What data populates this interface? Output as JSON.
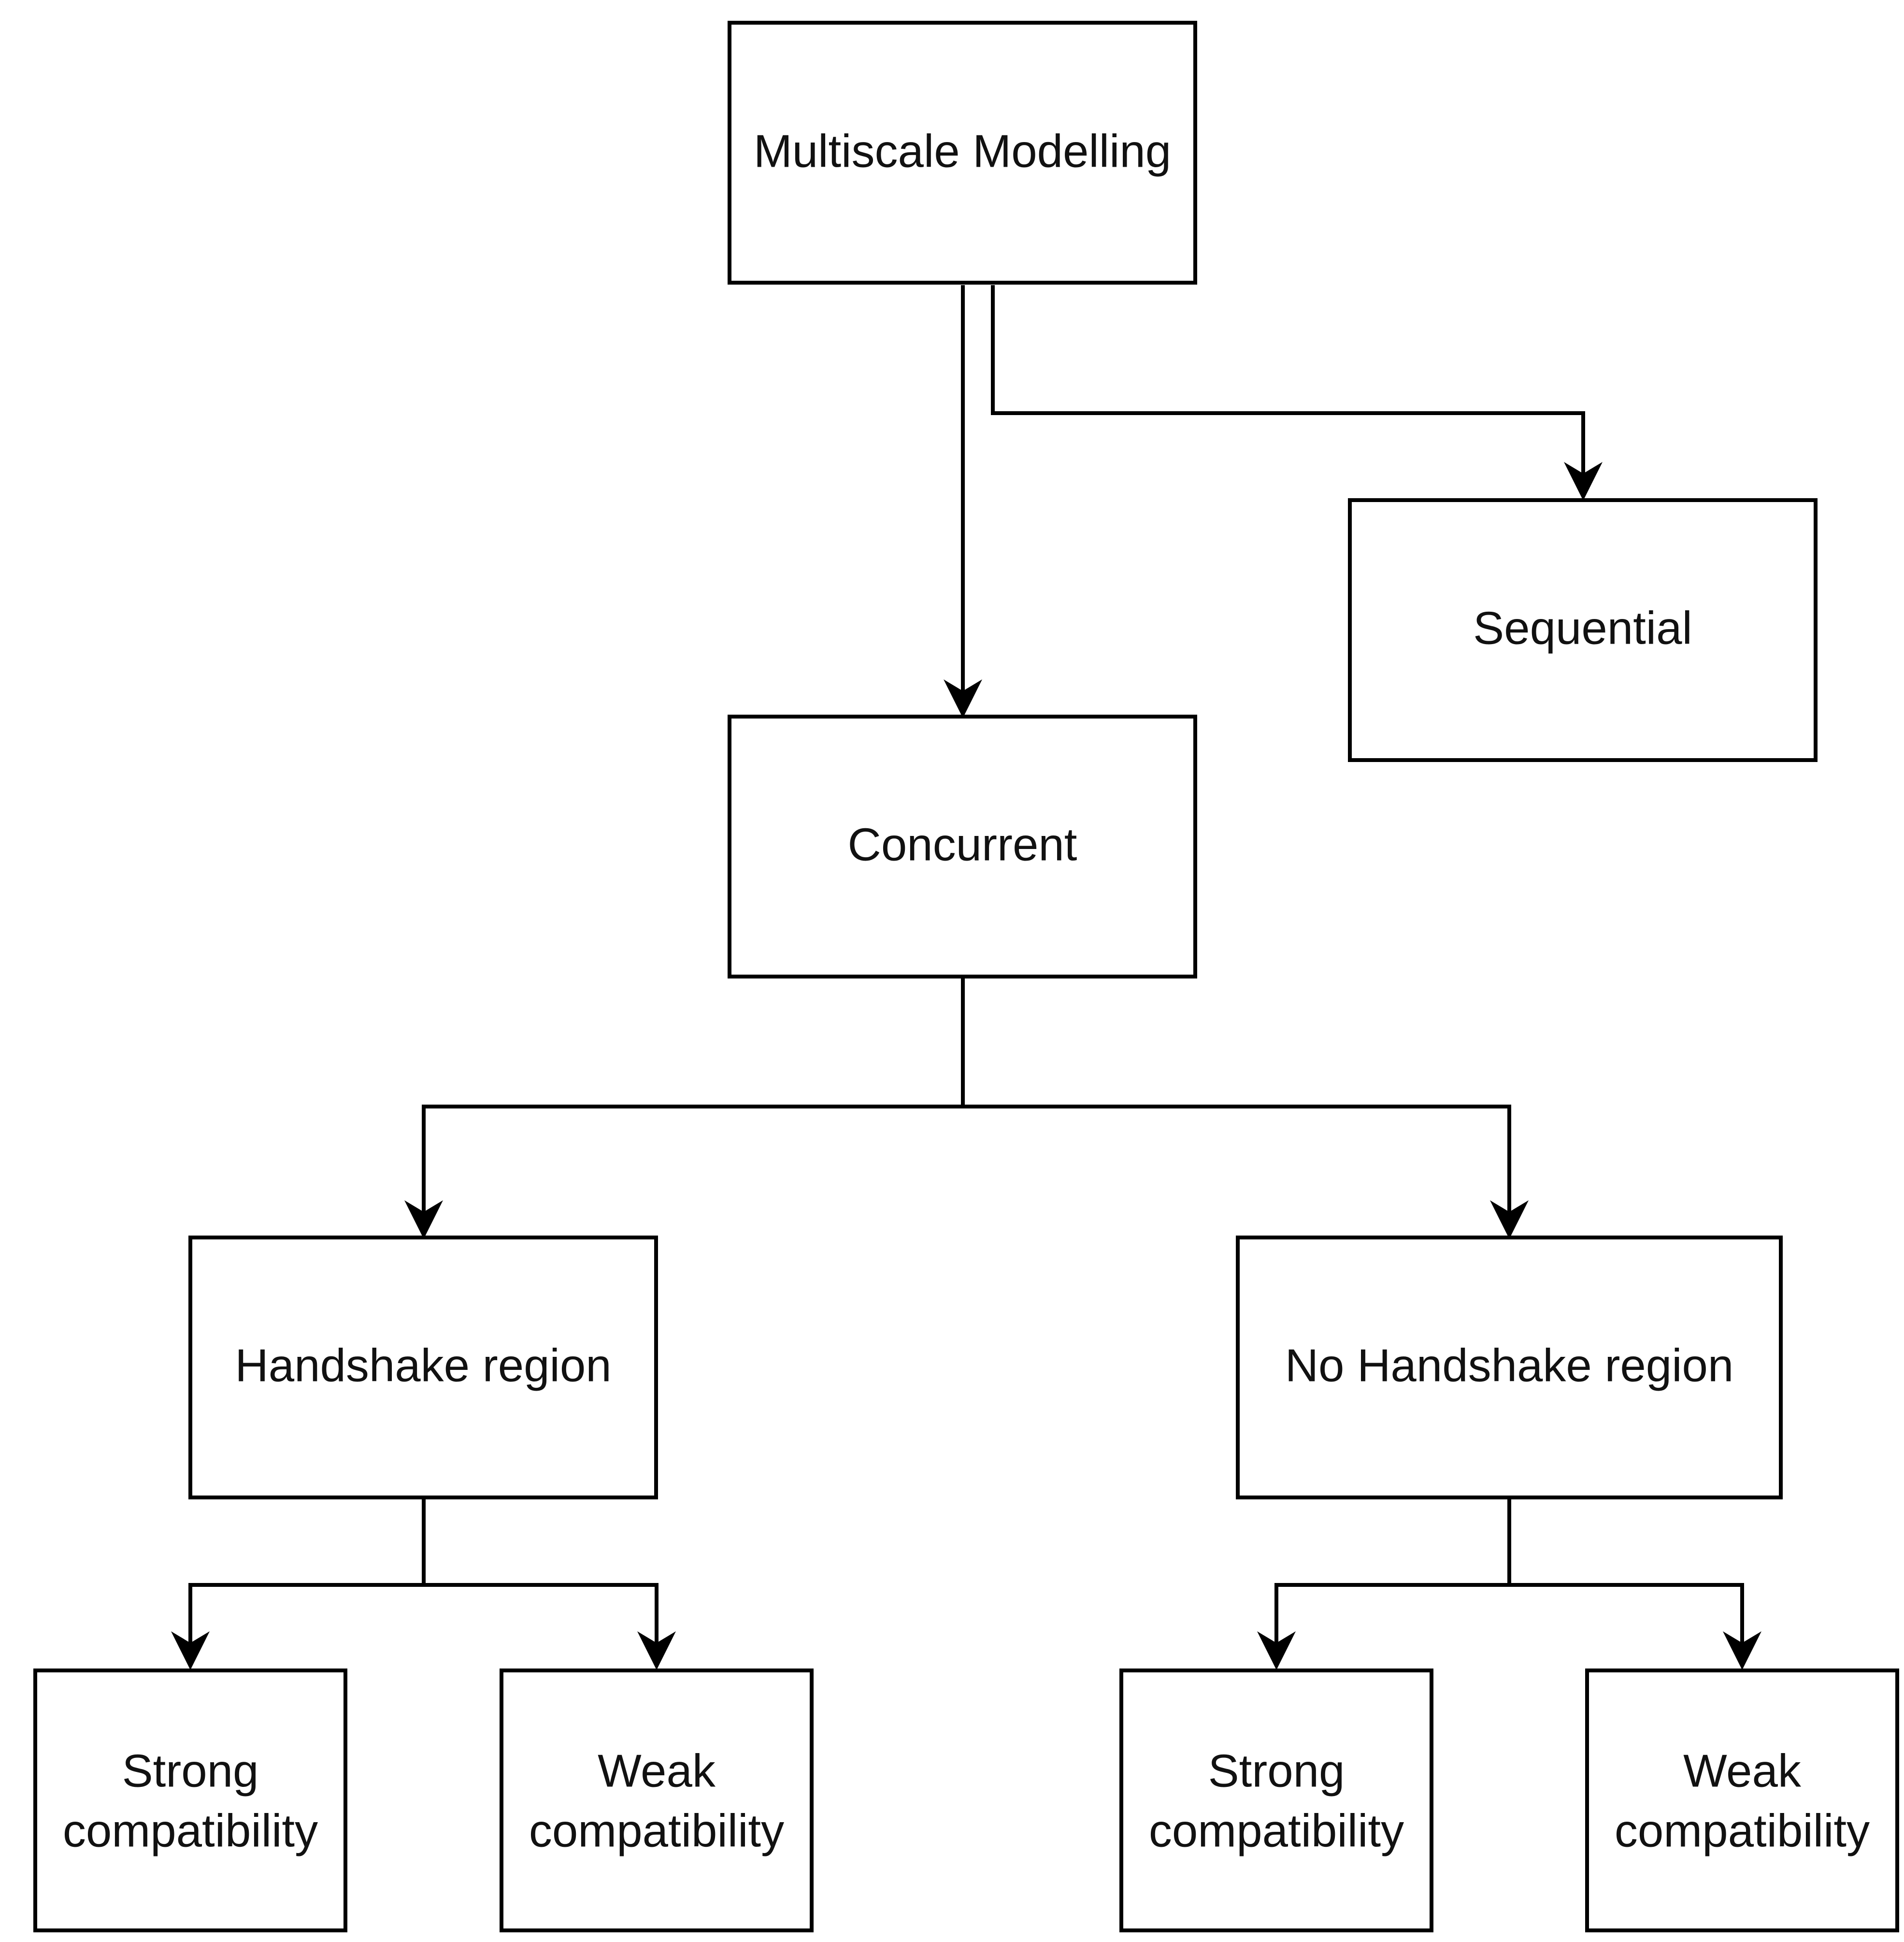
{
  "nodes": {
    "root": {
      "label": "Multiscale Modelling"
    },
    "sequential": {
      "label": "Sequential"
    },
    "concurrent": {
      "label": "Concurrent"
    },
    "handshake": {
      "label": "Handshake region"
    },
    "no_handshake": {
      "label": "No Handshake region"
    },
    "hs_strong": {
      "label_line1": "Strong",
      "label_line2": "compatibility"
    },
    "hs_weak": {
      "label_line1": "Weak",
      "label_line2": "compatibility"
    },
    "nhs_strong": {
      "label_line1": "Strong",
      "label_line2": "compatibility"
    },
    "nhs_weak": {
      "label_line1": "Weak",
      "label_line2": "compatibility"
    }
  },
  "colors": {
    "stroke": "#000000",
    "fill": "#ffffff",
    "text": "#111111"
  }
}
